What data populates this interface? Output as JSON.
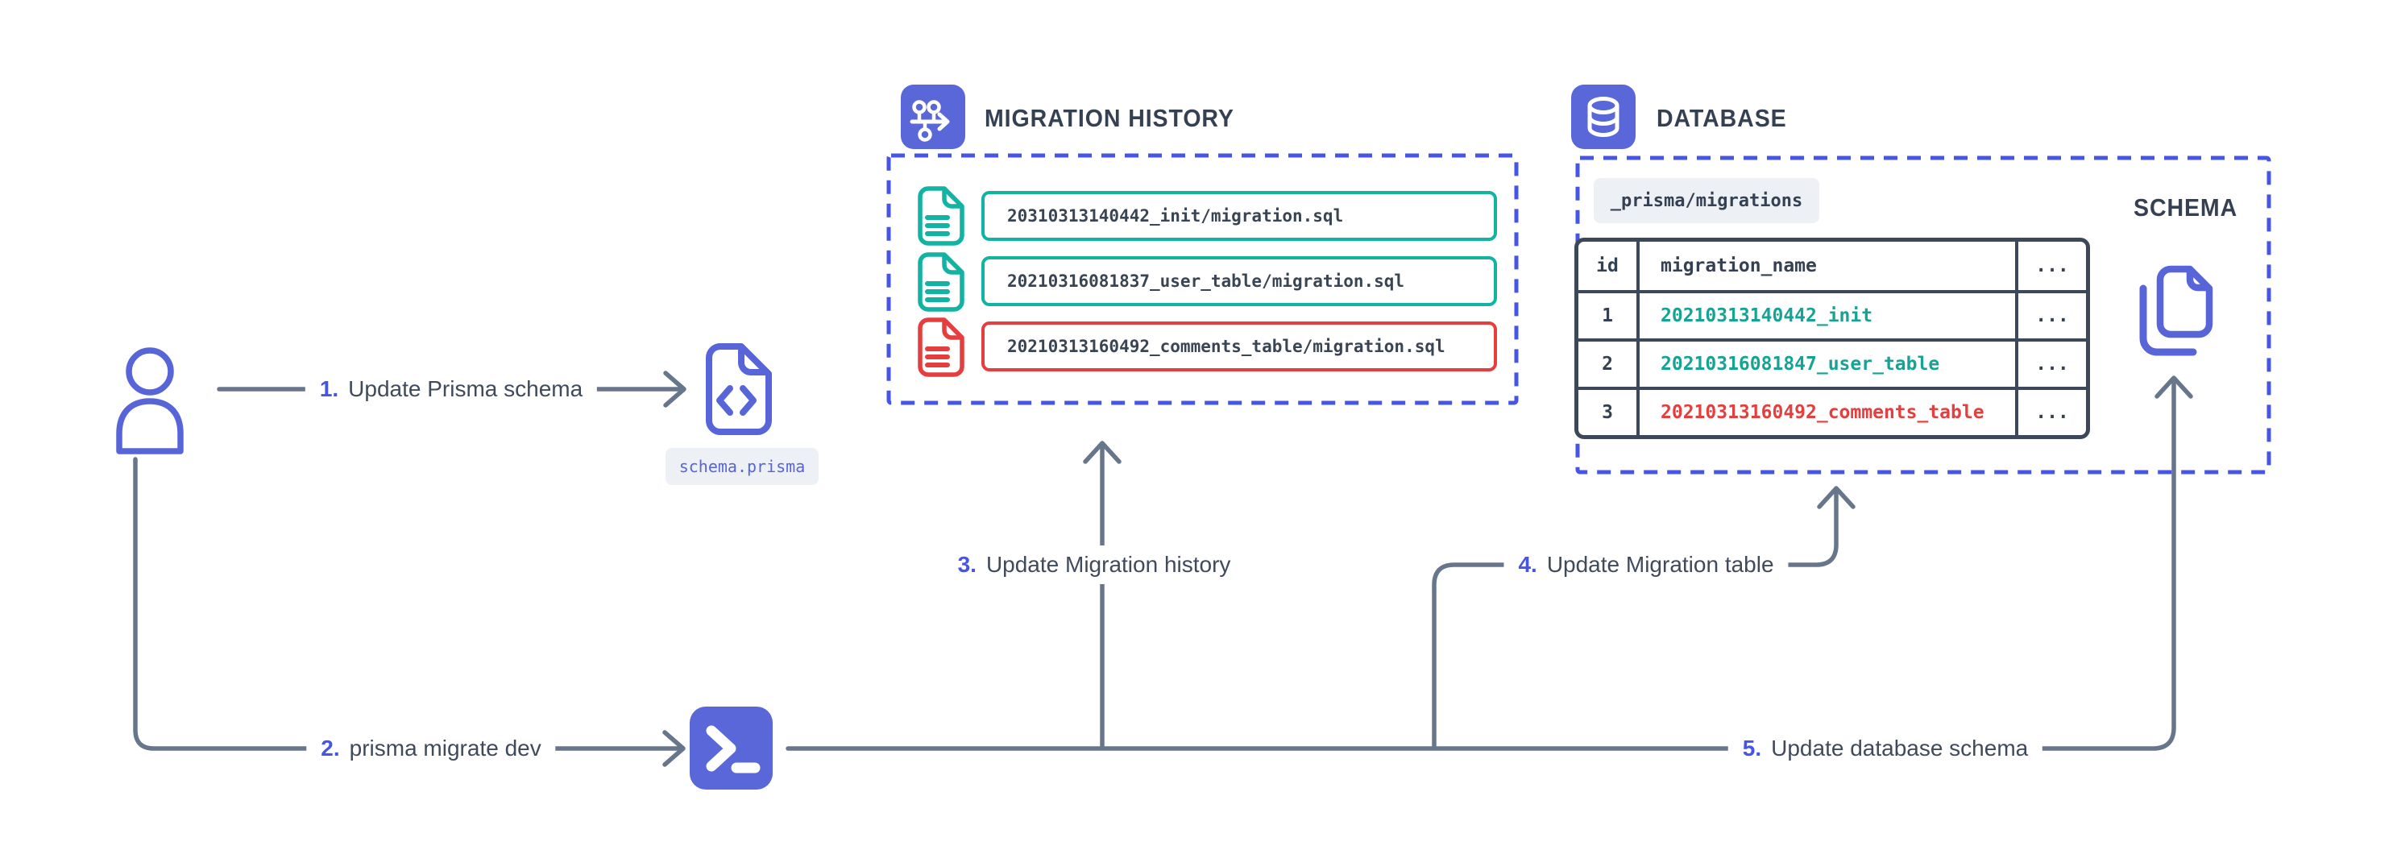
{
  "colors": {
    "accent_indigo": "#5a67d8",
    "dashed_border": "#4655e6",
    "wire_gray": "#68768c",
    "teal": "#12b3a2",
    "teal_text": "#16a394",
    "red": "#e53e3e",
    "dark_slate": "#354152",
    "pill_bg": "#edf1f6"
  },
  "steps": [
    {
      "number": "1.",
      "label": "Update Prisma schema"
    },
    {
      "number": "2.",
      "label": "prisma migrate dev"
    },
    {
      "number": "3.",
      "label": "Update Migration history"
    },
    {
      "number": "4.",
      "label": "Update Migration table"
    },
    {
      "number": "5.",
      "label": "Update database schema"
    }
  ],
  "schema_file": {
    "caption": "schema.prisma"
  },
  "migration_history": {
    "title": "MIGRATION HISTORY",
    "files": [
      {
        "name": "20310313140442_init/migration.sql",
        "status": "applied"
      },
      {
        "name": "20210316081837_user_table/migration.sql",
        "status": "applied"
      },
      {
        "name": "20210313160492_comments_table/migration.sql",
        "status": "failed"
      }
    ]
  },
  "database": {
    "title": "DATABASE",
    "migrations_table_label": "_prisma/migrations",
    "schema_label": "SCHEMA",
    "table": {
      "headers": [
        "id",
        "migration_name",
        "..."
      ],
      "rows": [
        {
          "id": "1",
          "migration_name": "20210313140442_init",
          "more": "...",
          "status": "applied"
        },
        {
          "id": "2",
          "migration_name": "20210316081847_user_table",
          "more": "...",
          "status": "applied"
        },
        {
          "id": "3",
          "migration_name": "20210313160492_comments_table",
          "more": "...",
          "status": "failed"
        }
      ]
    }
  }
}
